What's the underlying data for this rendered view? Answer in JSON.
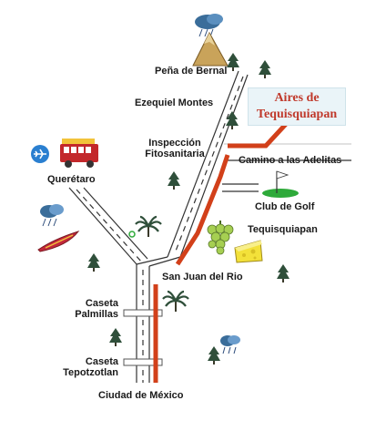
{
  "title": {
    "line1": "Aires de",
    "line2": "Tequisquiapan"
  },
  "places": {
    "pena_de_bernal": "Peña de Bernal",
    "ezequiel_montes": "Ezequiel Montes",
    "inspeccion_line1": "Inspección",
    "inspeccion_line2": "Fitosanitaria",
    "queretaro": "Querétaro",
    "camino_adelitas": "Camino a las Adelitas",
    "club_de_golf": "Club de Golf",
    "tequisquiapan": "Tequisquiapan",
    "san_juan_del_rio": "San Juan del Rio",
    "caseta_palmillas_line1": "Caseta",
    "caseta_palmillas_line2": "Palmillas",
    "caseta_tepotzotlan_line1": "Caseta",
    "caseta_tepotzotlan_line2": "Tepotzotlan",
    "ciudad_de_mexico": "Ciudad de México"
  },
  "colors": {
    "route": "#d2401a",
    "road": "#333333",
    "title_text": "#c0392b",
    "title_bg": "#eaf4f8",
    "tree": "#2f4f3a",
    "golf_green": "#2eaa3a",
    "grapes": "#a6cf52",
    "cheese": "#f3e13a"
  },
  "icons": [
    "mountain-icon",
    "airplane-icon",
    "tram-icon",
    "cloud-rain-icon",
    "canoe-icon",
    "golf-flag-icon",
    "grapes-icon",
    "cheese-icon",
    "palm-tree-icon",
    "pine-tree-icon"
  ]
}
